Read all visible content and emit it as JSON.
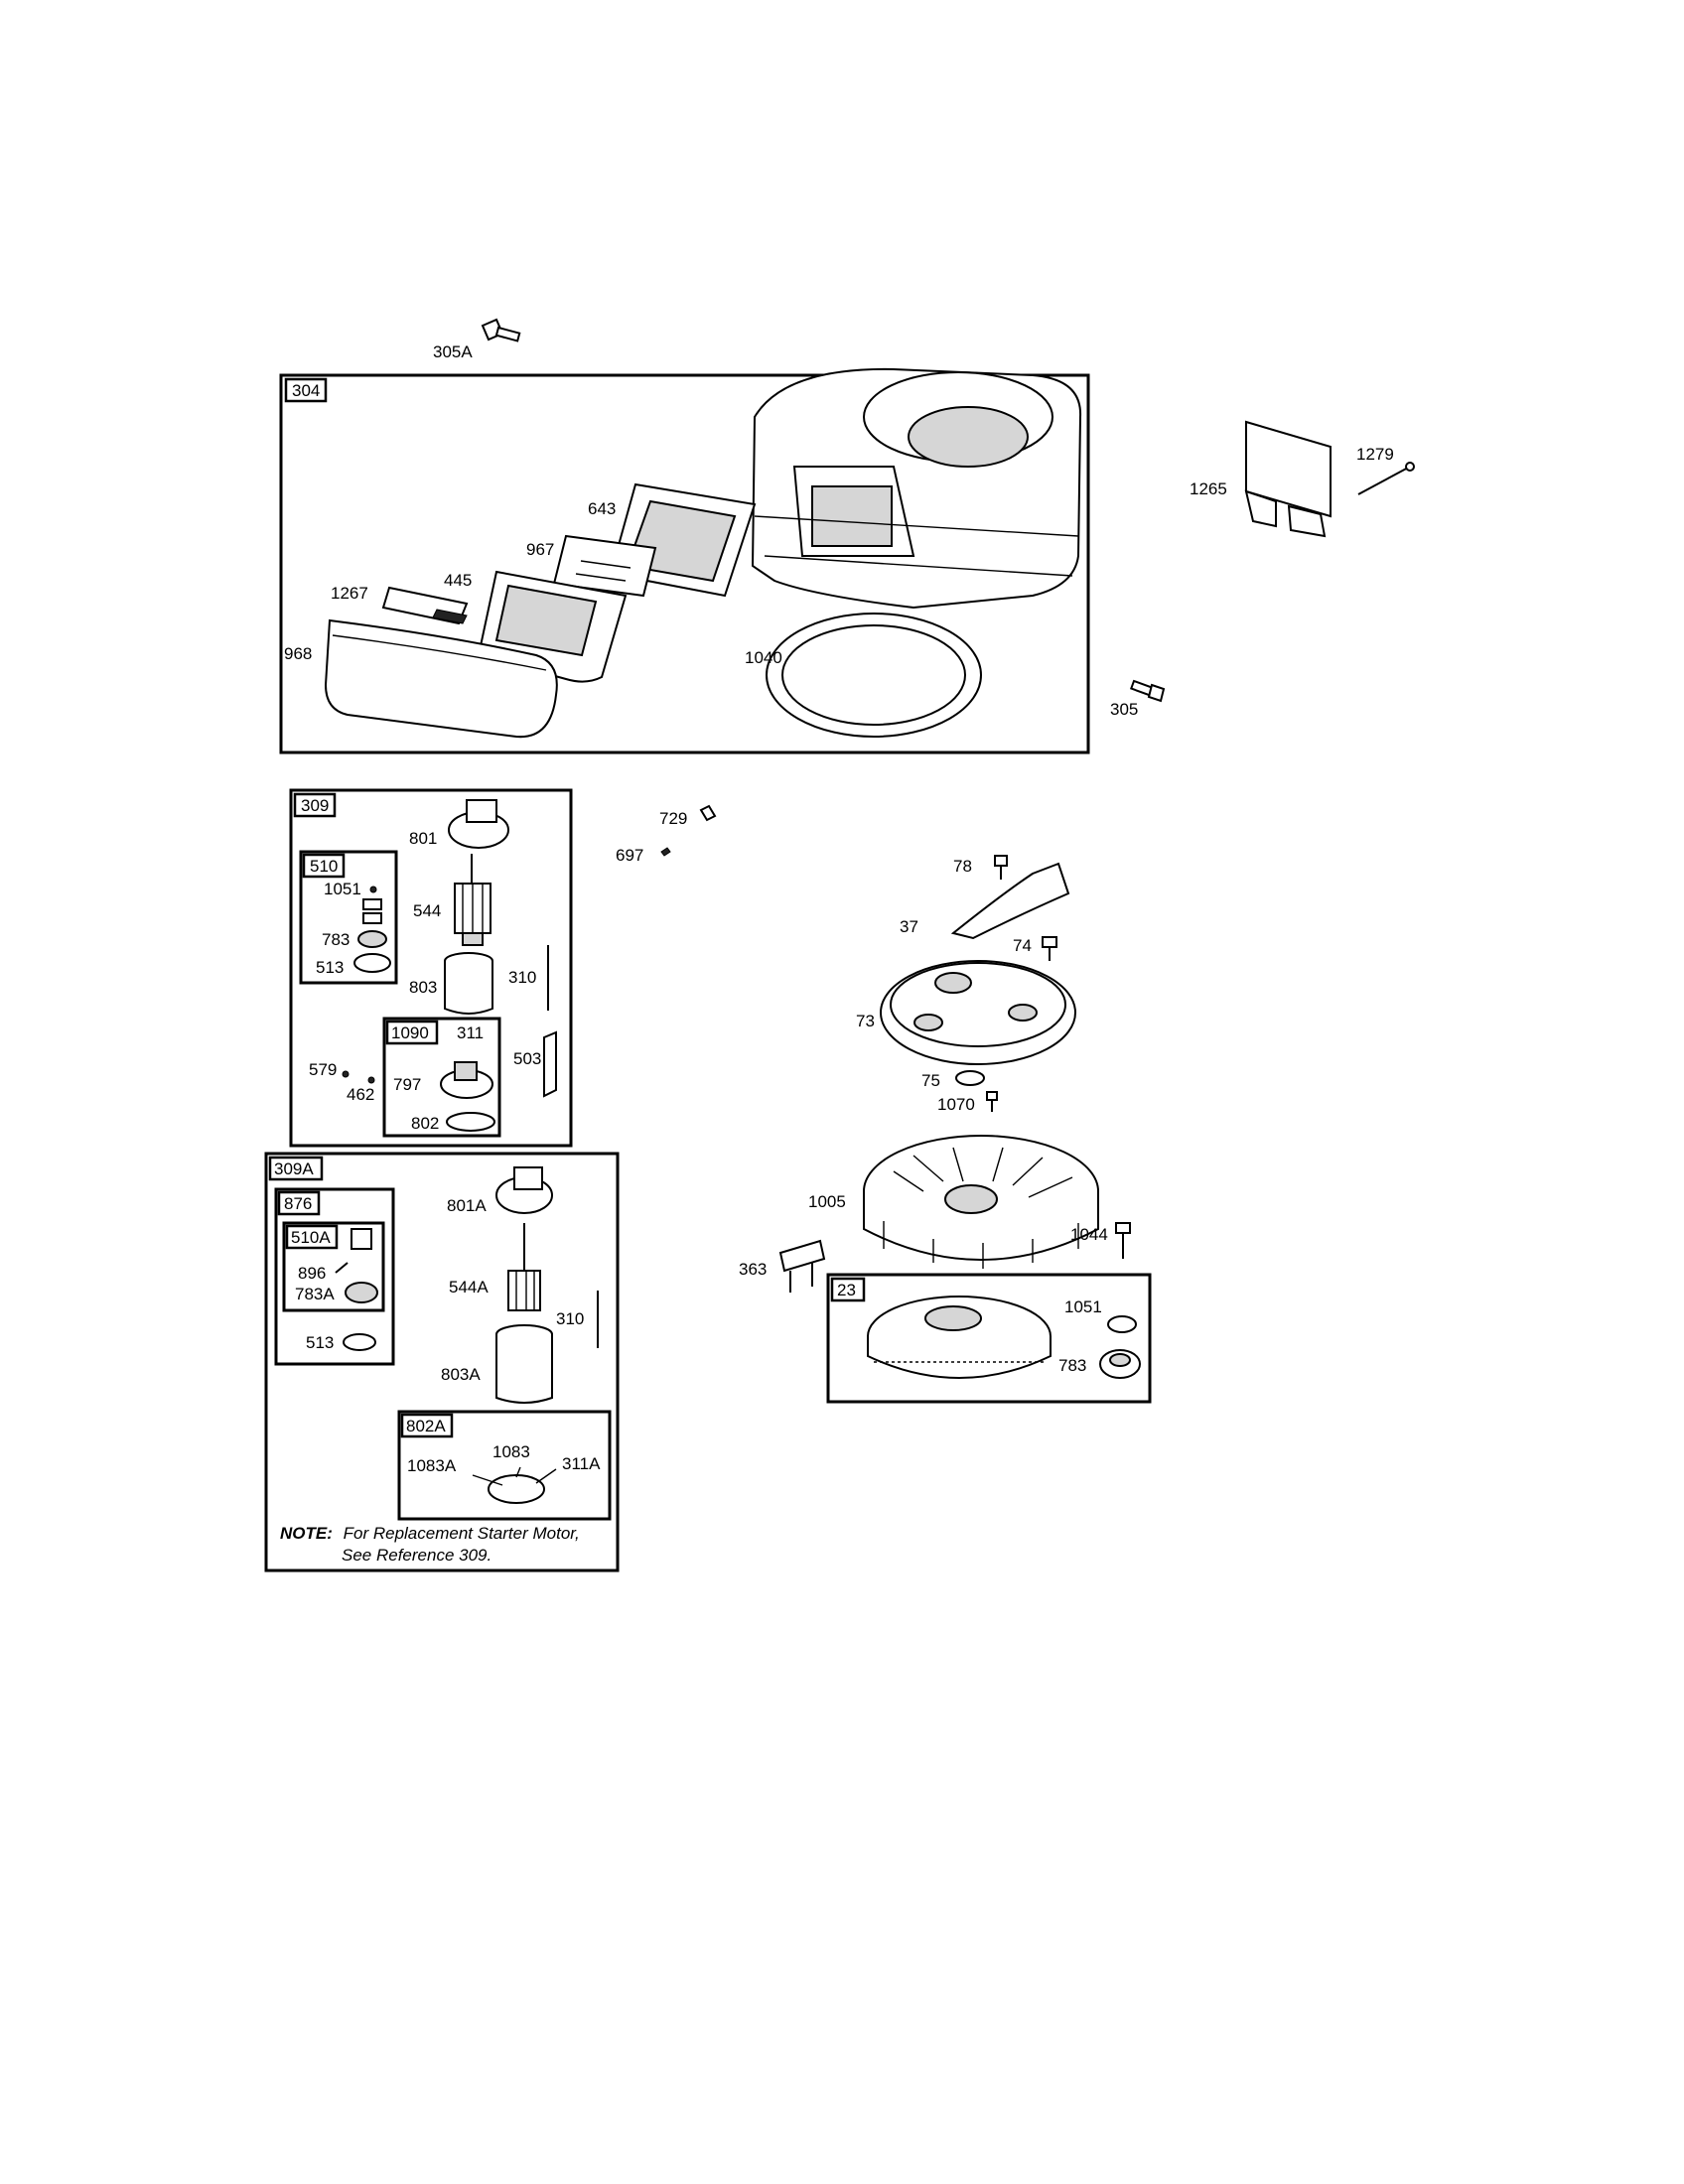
{
  "groups": {
    "g304": "304",
    "g309": "309",
    "g510": "510",
    "g1090": "1090",
    "g309a": "309A",
    "g876": "876",
    "g510a": "510A",
    "g802a": "802A",
    "g23": "23"
  },
  "labels": {
    "p305a": "305A",
    "p643": "643",
    "p967": "967",
    "p445": "445",
    "p1267": "1267",
    "p968": "968",
    "p1040": "1040",
    "p305": "305",
    "p1279": "1279",
    "p1265": "1265",
    "p801": "801",
    "p1051a": "1051",
    "p544": "544",
    "p783a": "783",
    "p513a": "513",
    "p803": "803",
    "p310a": "310",
    "p311": "311",
    "p797": "797",
    "p503": "503",
    "p579": "579",
    "p462": "462",
    "p802": "802",
    "p729": "729",
    "p697": "697",
    "p78": "78",
    "p37": "37",
    "p74": "74",
    "p73": "73",
    "p75": "75",
    "p1070": "1070",
    "p1005": "1005",
    "p1044": "1044",
    "p363": "363",
    "p1051b": "1051",
    "p783b": "783",
    "p801a": "801A",
    "p896": "896",
    "p783a2": "783A",
    "p544a": "544A",
    "p310b": "310",
    "p513b": "513",
    "p803a": "803A",
    "p1083": "1083",
    "p1083a": "1083A",
    "p311a": "311A"
  },
  "note": {
    "prefix": "NOTE:",
    "line1": "For Replacement Starter Motor,",
    "line2": "See Reference 309."
  }
}
